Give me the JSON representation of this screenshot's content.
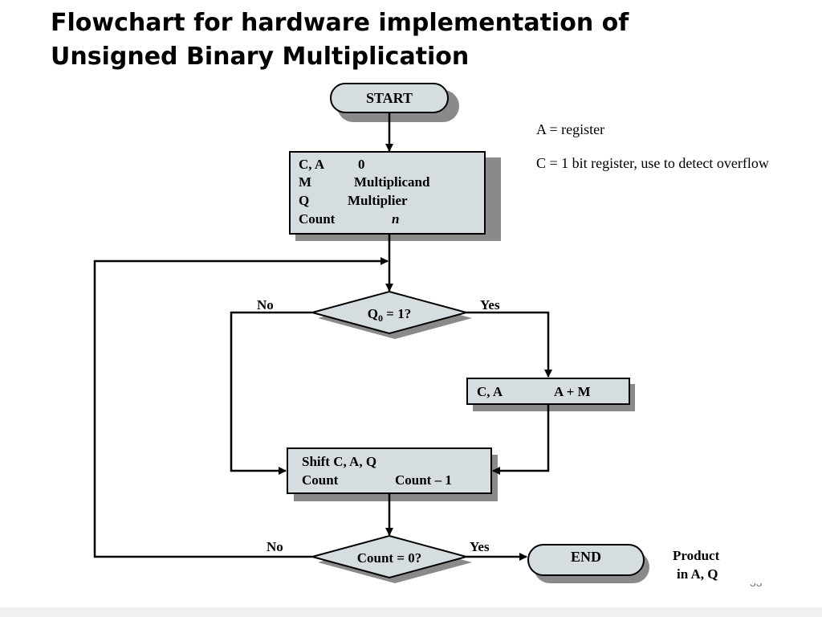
{
  "title": {
    "line1": "Flowchart for hardware implementation of",
    "line2": "Unsigned Binary Multiplication"
  },
  "notes": {
    "a_register": "A = register",
    "c_register": "C = 1 bit register, use to detect overflow"
  },
  "flowchart": {
    "start": "START",
    "init": {
      "rows": [
        {
          "left": "C, A",
          "right": "0"
        },
        {
          "left": "M",
          "right": "Multiplicand"
        },
        {
          "left": "Q",
          "right": "Multiplier"
        },
        {
          "left": "Count",
          "right": "n"
        }
      ]
    },
    "decision_q0": {
      "main": "Q",
      "sub": "0",
      "tail": " = 1?",
      "no": "No",
      "yes": "Yes"
    },
    "add": {
      "left": "C, A",
      "right": "A + M"
    },
    "shift": {
      "line1": "Shift C, A, Q",
      "line2_left": "Count",
      "line2_right": "Count – 1"
    },
    "decision_count": {
      "label": "Count = 0?",
      "no": "No",
      "yes": "Yes"
    },
    "end": "END",
    "product": {
      "line1": "Product",
      "line2": "in A, Q"
    }
  },
  "page_number": "33"
}
